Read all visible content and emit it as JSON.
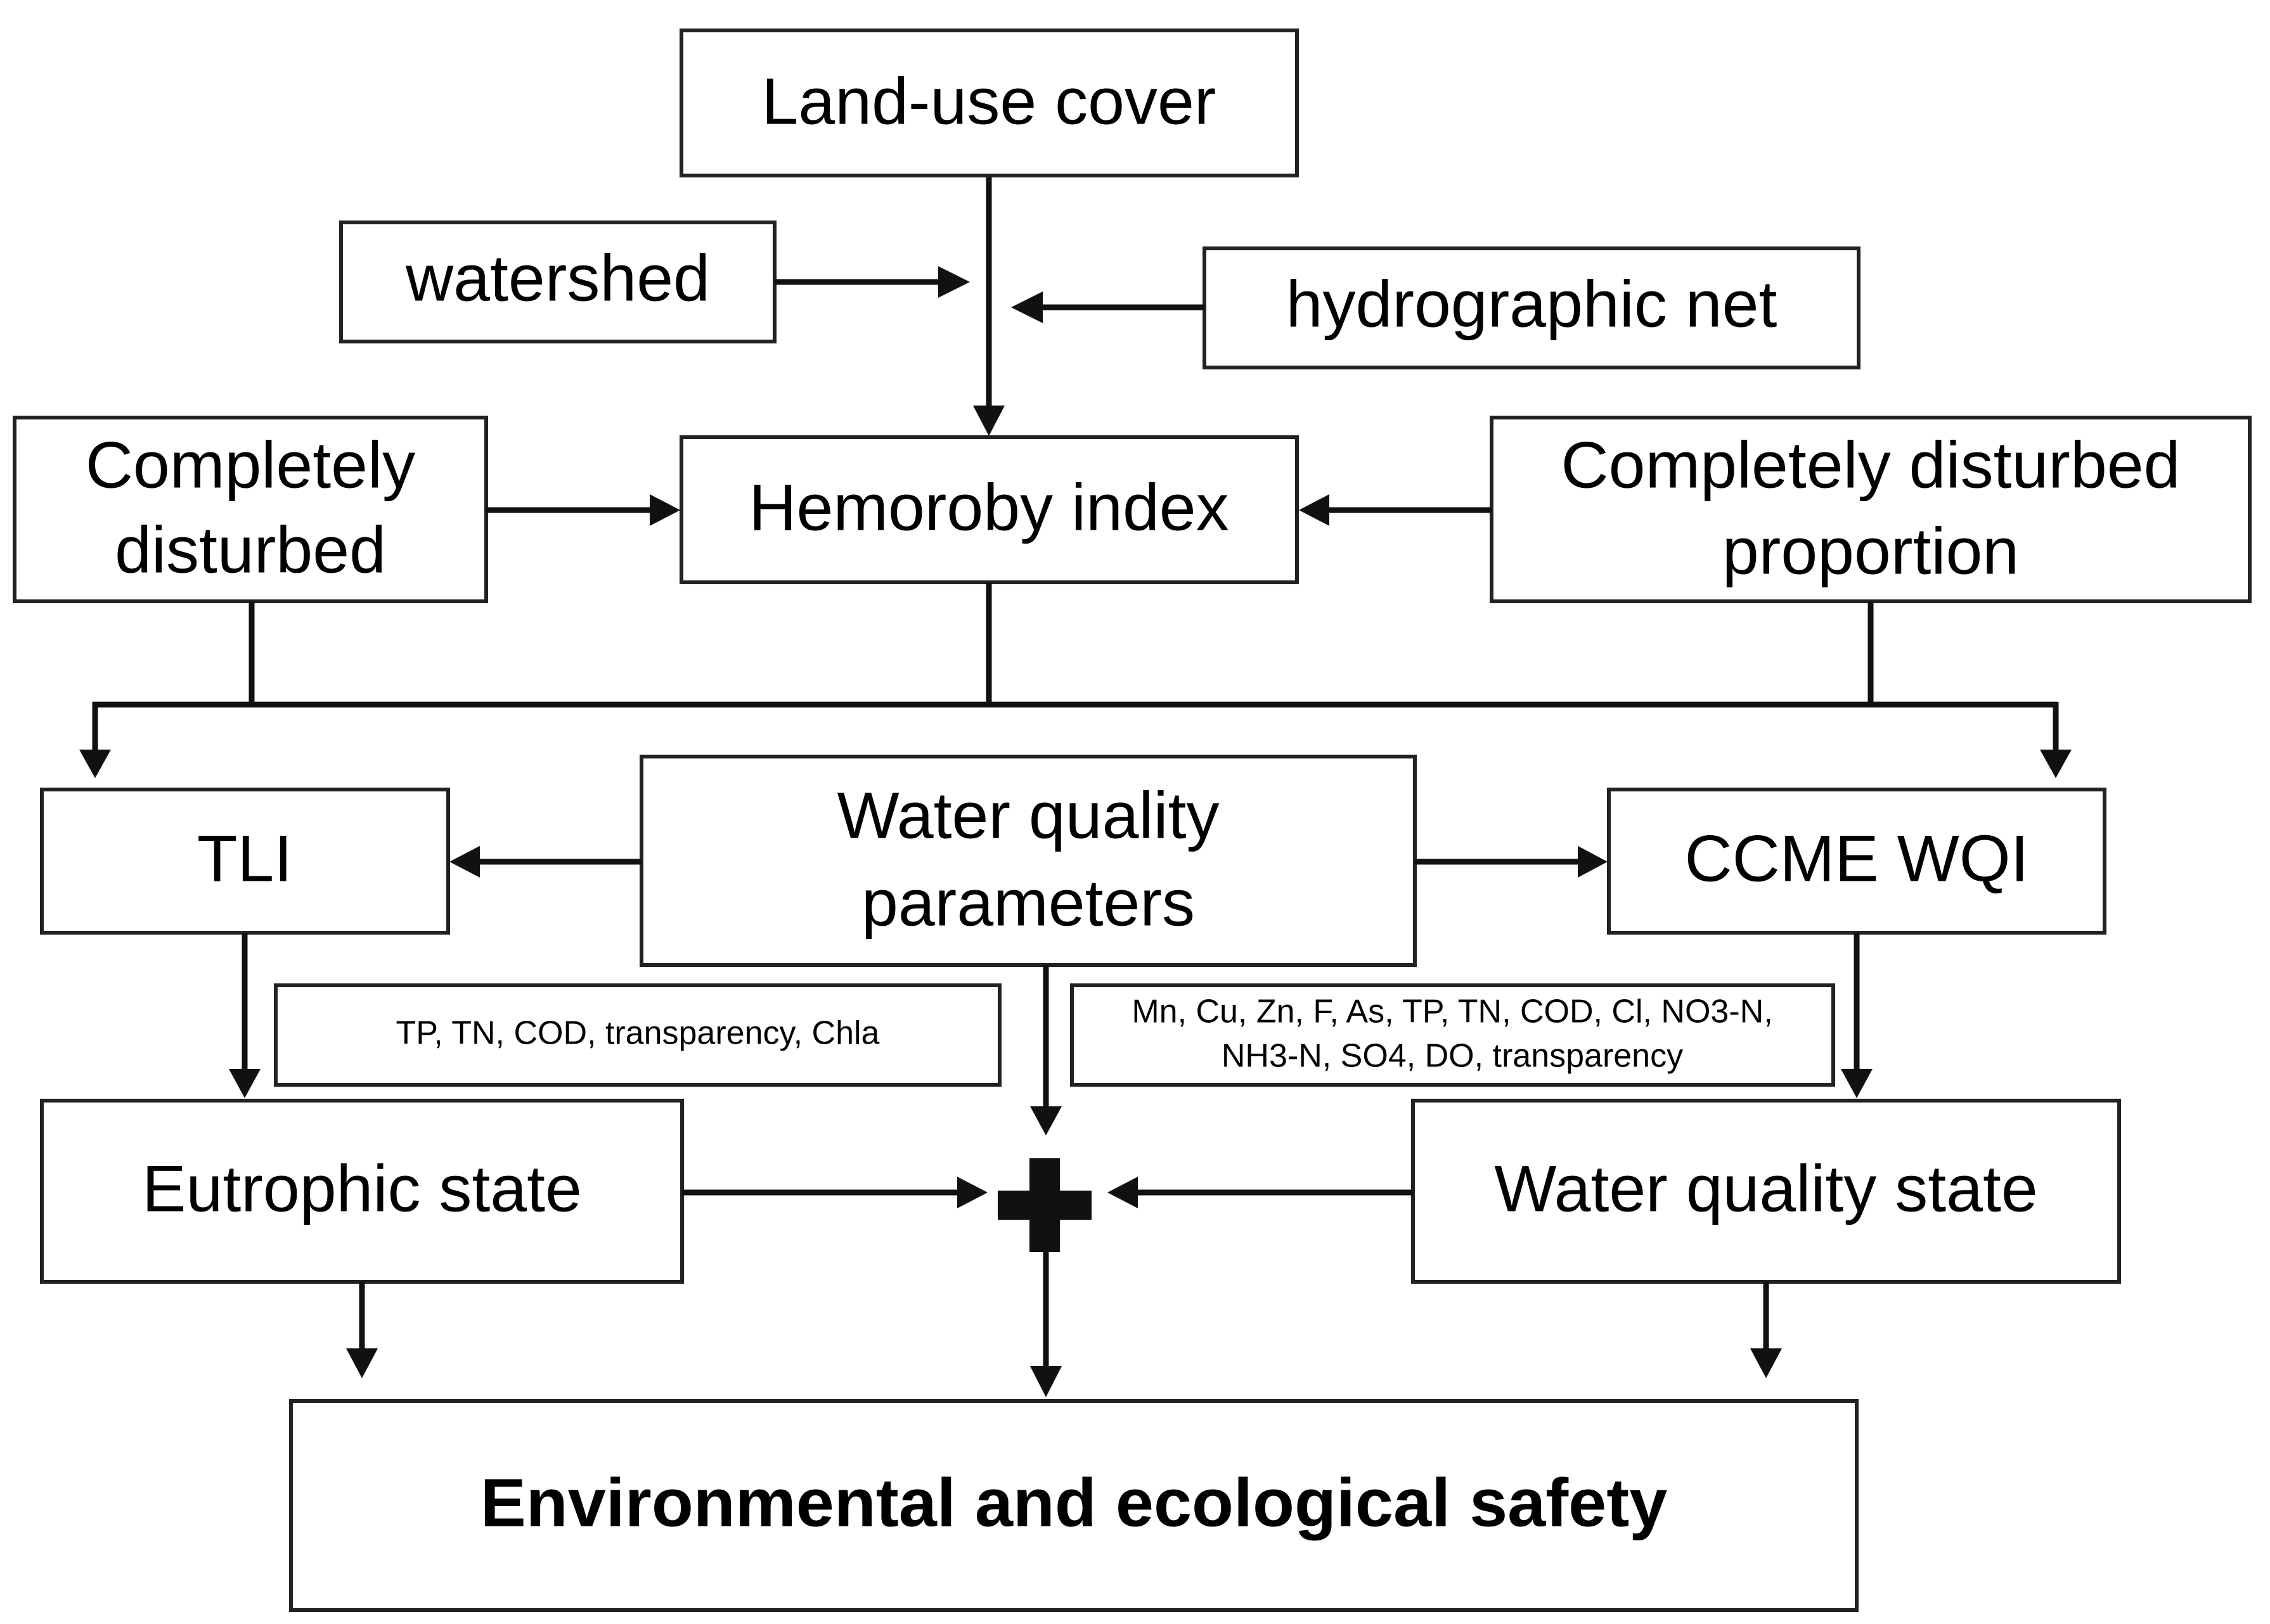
{
  "nodes": {
    "land_use": "Land-use cover",
    "watershed": "watershed",
    "hydrographic": "hydrographic net",
    "completely_disturbed": [
      "Completely",
      "disturbed"
    ],
    "hemoroby": "Hemoroby index",
    "completely_disturbed_proportion": [
      "Completely disturbed",
      "proportion"
    ],
    "tli": "TLI",
    "water_quality_parameters": [
      "Water quality",
      "parameters"
    ],
    "ccme_wqi": "CCME WQI",
    "tli_params": "TP, TN, COD, transparency, Chla",
    "ccme_params": [
      "Mn, Cu, Zn, F, As, TP, TN, COD, Cl, NO3-N,",
      "NH3-N, SO4,  DO, transparency"
    ],
    "eutrophic_state": "Eutrophic state",
    "water_quality_state": "Water quality state",
    "combine_symbol": "plus-icon",
    "environmental_safety": "Environmental and ecological safety"
  },
  "colors": {
    "stroke": "#222222",
    "arrow": "#111111",
    "text": "#000000",
    "background": "#ffffff"
  }
}
